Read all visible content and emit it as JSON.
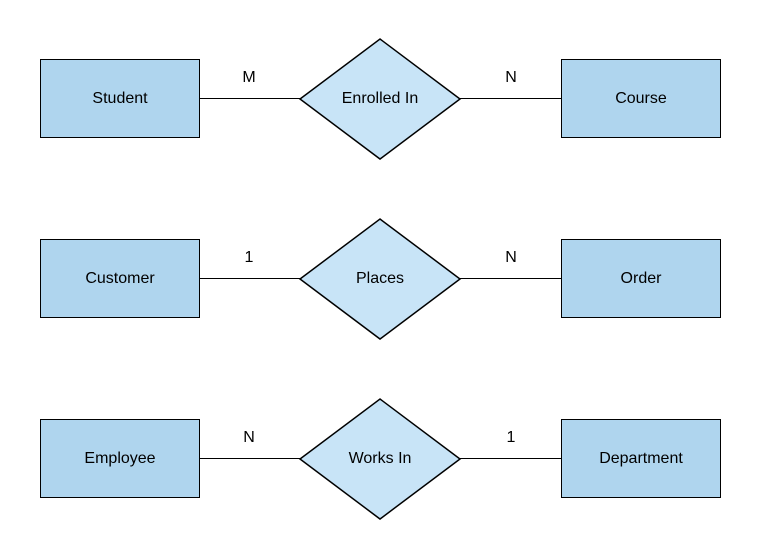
{
  "diagram": {
    "type": "er-diagram",
    "rows": [
      {
        "left_entity": "Student",
        "left_cardinality": "M",
        "relationship": "Enrolled In",
        "right_cardinality": "N",
        "right_entity": "Course"
      },
      {
        "left_entity": "Customer",
        "left_cardinality": "1",
        "relationship": "Places",
        "right_cardinality": "N",
        "right_entity": "Order"
      },
      {
        "left_entity": "Employee",
        "left_cardinality": "N",
        "relationship": "Works In",
        "right_cardinality": "1",
        "right_entity": "Department"
      }
    ]
  },
  "colors": {
    "entity_fill": "#AFD5EE",
    "relationship_fill": "#C8E4F7",
    "stroke": "#000000",
    "text": "#000000",
    "background": "#FFFFFF"
  }
}
